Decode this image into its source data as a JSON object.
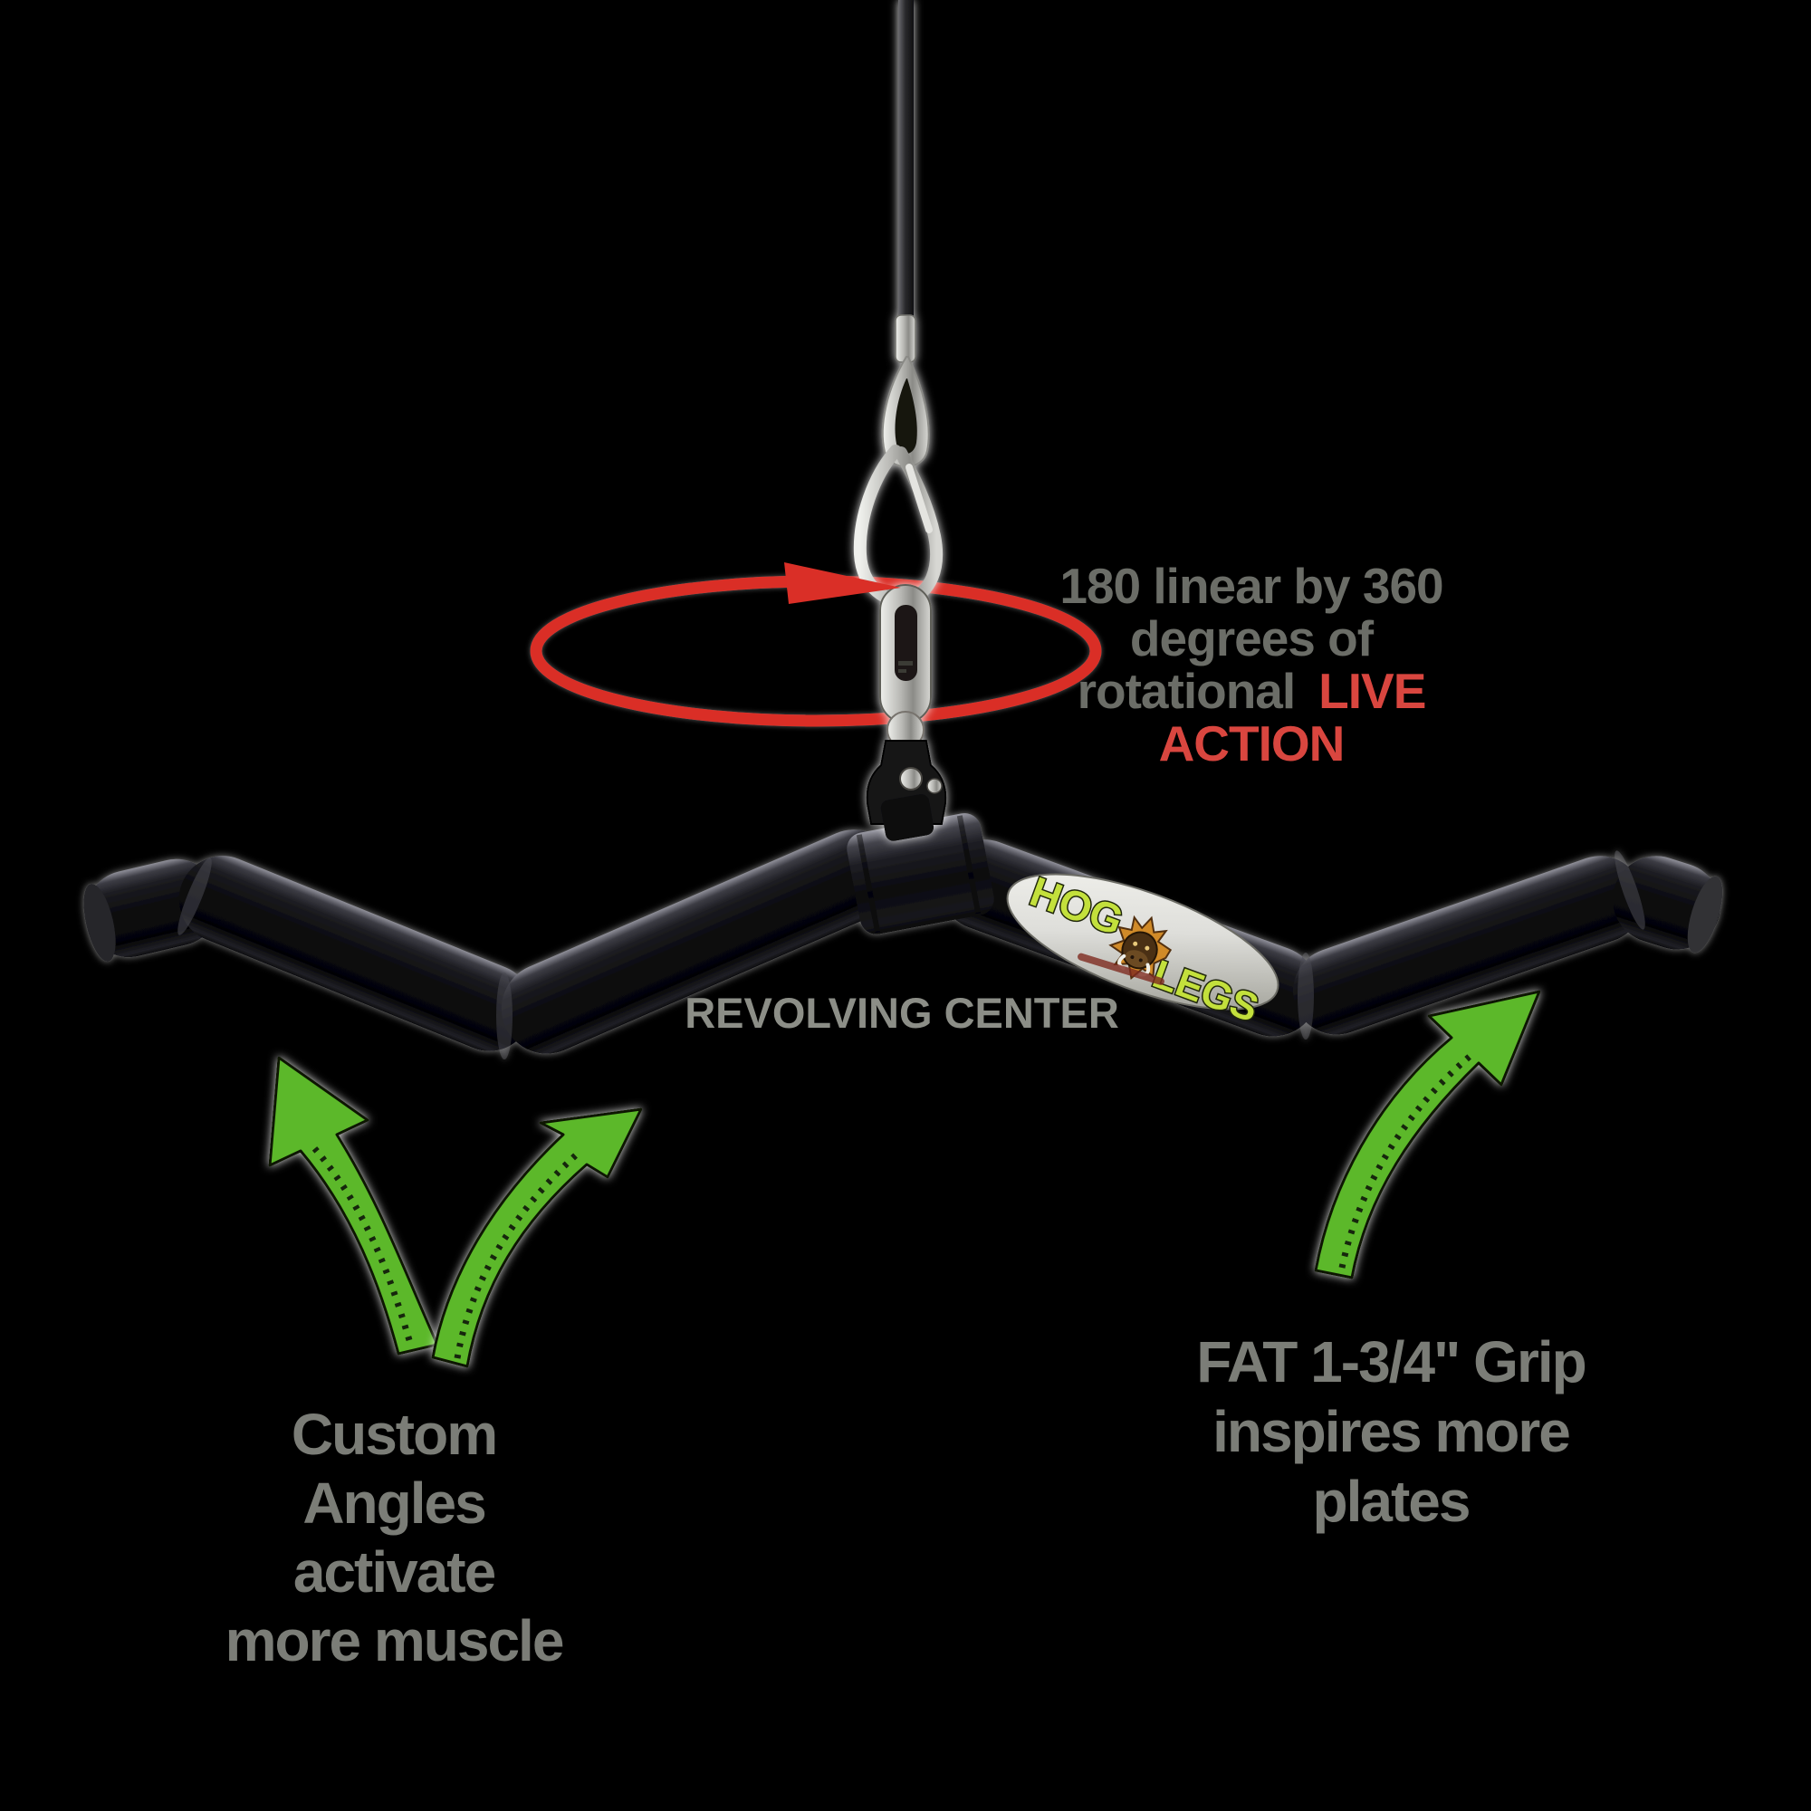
{
  "scene": {
    "description": "Black product callout graphic of a HOG LEGS rotating lat-pulldown bar hanging from a cable",
    "background_color": "#000000"
  },
  "annotations": {
    "rotation_note": {
      "line1": "180 linear by 360",
      "line2": "degrees of",
      "line3_gray": "rotational",
      "line3_red": "LIVE",
      "line4_red": "ACTION",
      "gray_color": "#6b6d67",
      "red_color": "#d9463f"
    },
    "revolving_center_label": "REVOLVING CENTER",
    "revolving_color": "#8c8e87",
    "left_note": {
      "lines": [
        "Custom",
        "Angles",
        "activate",
        "more muscle"
      ]
    },
    "right_note": {
      "lines": [
        "FAT 1-3/4\" Grip",
        "inspires more",
        "plates"
      ]
    },
    "note_color": "#7b7d77"
  },
  "logo": {
    "word_top": "HOG",
    "word_bottom": "LEGS",
    "text_color": "#c3e03c",
    "sticker_color": "#e6e6df"
  },
  "icons": {
    "rotation_ellipse_icon": {
      "shape": "red elliptical orbit around swivel",
      "color": "#da2f27"
    },
    "rotation_arrowhead_icon": {
      "shape": "red triangle pointing right",
      "color": "#da2f27"
    },
    "green_arrow_up_left_icon": {
      "shape": "curved cartoon arrow pointing up-left",
      "color": "#5cb82c"
    },
    "green_arrow_up_right_inner_icon": {
      "shape": "curved cartoon arrow pointing up-right",
      "color": "#5cb82c"
    },
    "green_arrow_up_right_outer_icon": {
      "shape": "curved cartoon arrow pointing up-right at grip",
      "color": "#5cb82c"
    },
    "hog_head_icon": {
      "shape": "cartoon boar head with tusks on starburst mane",
      "color": "#d08a28"
    },
    "carabiner_icon": {
      "shape": "silver carabiner clip",
      "color": "#c9c9c6"
    },
    "swivel_icon": {
      "shape": "silver swivel housing with ball",
      "color": "#c9c9c6"
    },
    "cable_icon": {
      "shape": "vertical machine cable",
      "color": "#2a2a2c"
    },
    "bar_icon": {
      "shape": "black zig-zag fat-grip pulldown bar",
      "color": "#101014"
    }
  }
}
